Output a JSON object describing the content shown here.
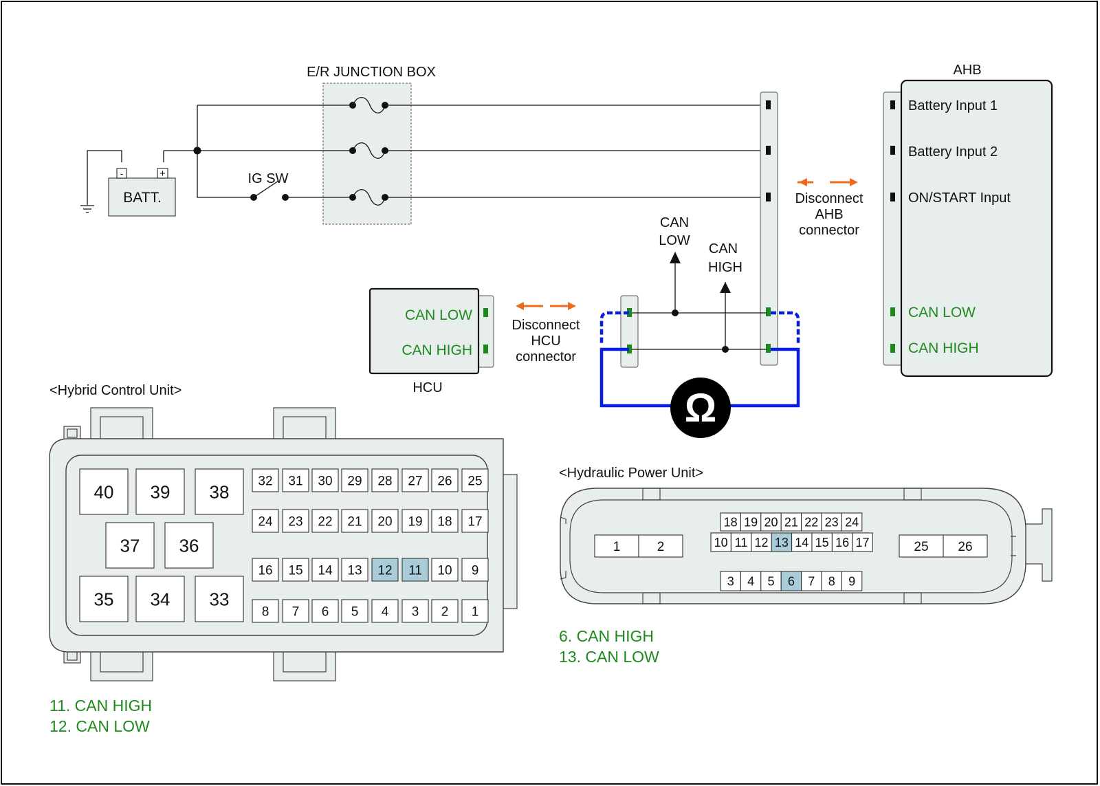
{
  "colors": {
    "green": "#1e8a1e",
    "blue": "#0a1ee0",
    "orange": "#ee6a1f",
    "highlight": "#a9cdd8",
    "panel": "#e8eeec",
    "black": "#111111"
  },
  "circuit": {
    "junction_box": "E/R JUNCTION BOX",
    "battery": "BATT.",
    "battery_neg": "-",
    "battery_pos": "+",
    "ig_switch": "IG SW",
    "can_low_arrow": [
      "CAN",
      "LOW"
    ],
    "can_high_arrow": [
      "CAN",
      "HIGH"
    ],
    "ohm_symbol": "Ω",
    "hcu_label": "HCU",
    "hcu_pins": [
      "CAN LOW",
      "CAN HIGH"
    ],
    "ahb_label": "AHB",
    "ahb_pins": [
      "Battery Input 1",
      "Battery Input 2",
      "ON/START Input",
      "CAN LOW",
      "CAN HIGH"
    ],
    "disconnect_ahb": [
      "Disconnect",
      "AHB",
      "connector"
    ],
    "disconnect_hcu": [
      "Disconnect",
      "HCU",
      "connector"
    ]
  },
  "hybrid_control_unit": {
    "title": "<Hybrid Control Unit>",
    "large_pins": [
      "40",
      "39",
      "38",
      "37",
      "36",
      "35",
      "34",
      "33"
    ],
    "small_rows": [
      [
        "32",
        "31",
        "30",
        "29",
        "28",
        "27",
        "26",
        "25"
      ],
      [
        "24",
        "23",
        "22",
        "21",
        "20",
        "19",
        "18",
        "17"
      ],
      [
        "16",
        "15",
        "14",
        "13",
        "12",
        "11",
        "10",
        "9"
      ],
      [
        "8",
        "7",
        "6",
        "5",
        "4",
        "3",
        "2",
        "1"
      ]
    ],
    "highlighted": [
      "12",
      "11"
    ],
    "legend": [
      "11. CAN HIGH",
      "12. CAN LOW"
    ]
  },
  "hydraulic_power_unit": {
    "title": "<Hydraulic Power Unit>",
    "left_pins": [
      "1",
      "2"
    ],
    "right_pins": [
      "25",
      "26"
    ],
    "row_top": [
      "18",
      "19",
      "20",
      "21",
      "22",
      "23",
      "24"
    ],
    "row_mid": [
      "10",
      "11",
      "12",
      "13",
      "14",
      "15",
      "16",
      "17"
    ],
    "row_bottom": [
      "3",
      "4",
      "5",
      "6",
      "7",
      "8",
      "9"
    ],
    "highlighted": [
      "13",
      "6"
    ],
    "legend": [
      "6. CAN HIGH",
      "13. CAN LOW"
    ]
  }
}
